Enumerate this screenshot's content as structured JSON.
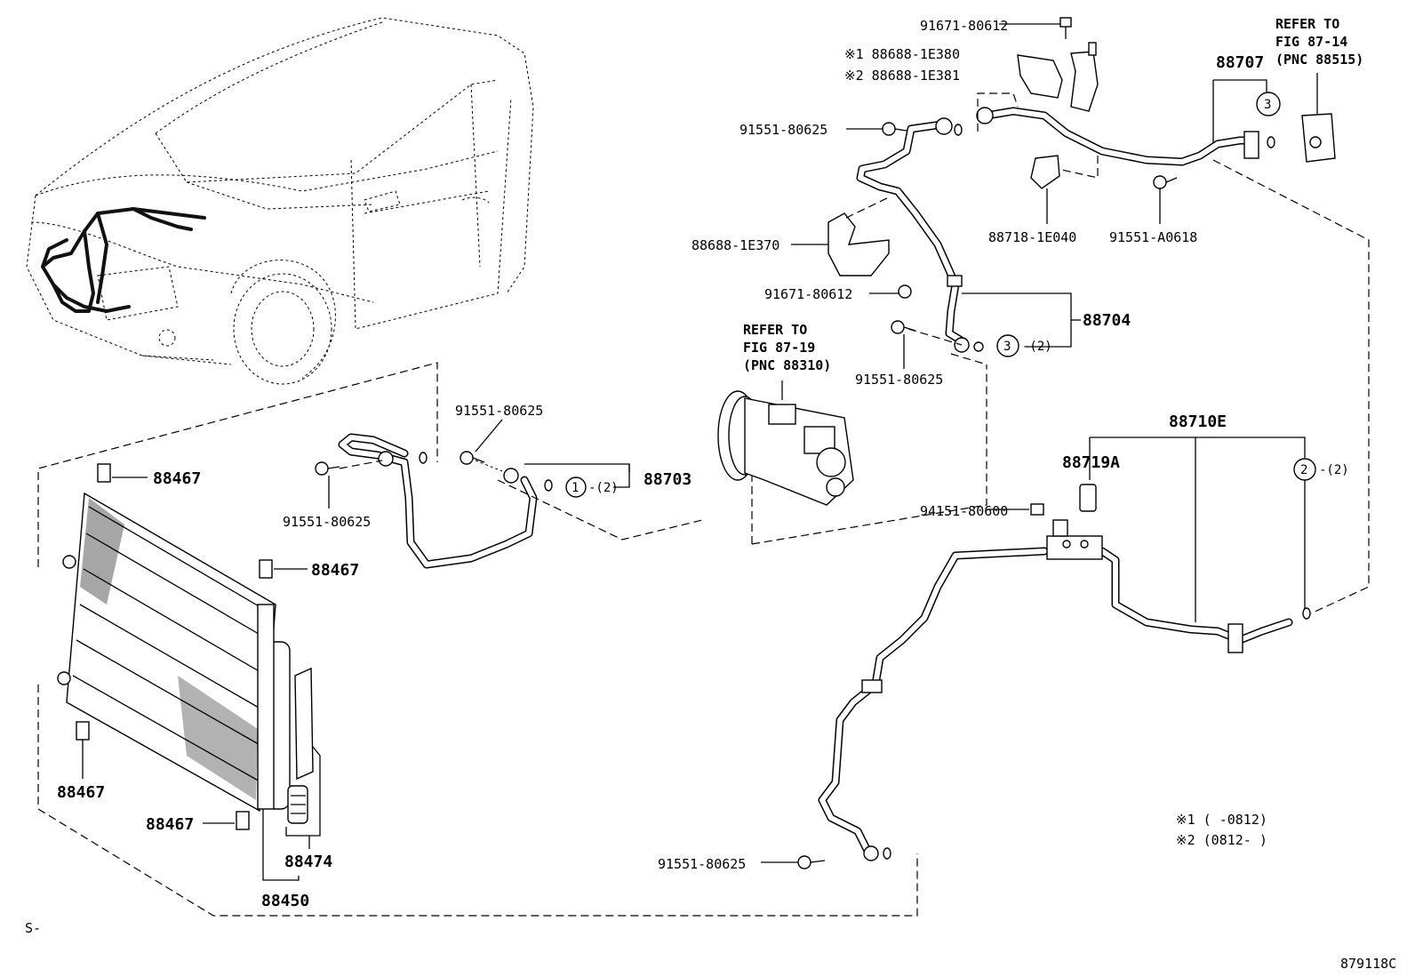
{
  "labels": {
    "bolt_top": "91671-80612",
    "note1_part": "※1 88688-1E380",
    "note2_part": "※2 88688-1E381",
    "refer_top_1": "REFER TO",
    "refer_top_2": "FIG 87-14",
    "refer_top_3": "(PNC 88515)",
    "p88707": "88707",
    "bolt_80625_a": "91551-80625",
    "clamp_1e370": "88688-1E370",
    "bolt_80612_b": "91671-80612",
    "clamp_1e040": "88718-1E040",
    "bolt_a0618": "91551-A0618",
    "p88704": "88704",
    "refer_mid_1": "REFER TO",
    "refer_mid_2": "FIG 87-19",
    "refer_mid_3": "(PNC 88310)",
    "bolt_80625_b": "91551-80625",
    "bolt_80625_c": "91551-80625",
    "bolt_80625_d": "91551-80625",
    "p88703": "88703",
    "p88467_a": "88467",
    "p88467_b": "88467",
    "p88467_c": "88467",
    "p88467_d": "88467",
    "p88474": "88474",
    "p88450": "88450",
    "p88710e": "88710E",
    "p88719a": "88719A",
    "nut_80600": "94151-80600",
    "bolt_80625_e": "91551-80625",
    "circle_1": "1",
    "circle_2": "2",
    "circle_3a": "3",
    "circle_3b": "3",
    "qty_1": "-(2)",
    "qty_2": "-(2)",
    "qty_3": "-(2)",
    "footnote_1": "※1 (      -0812)",
    "footnote_2": "※2 (0812-      )",
    "corner_left": "S-",
    "figure_id": "879118C"
  },
  "colors": {
    "ink": "#000000",
    "paper": "#ffffff"
  }
}
